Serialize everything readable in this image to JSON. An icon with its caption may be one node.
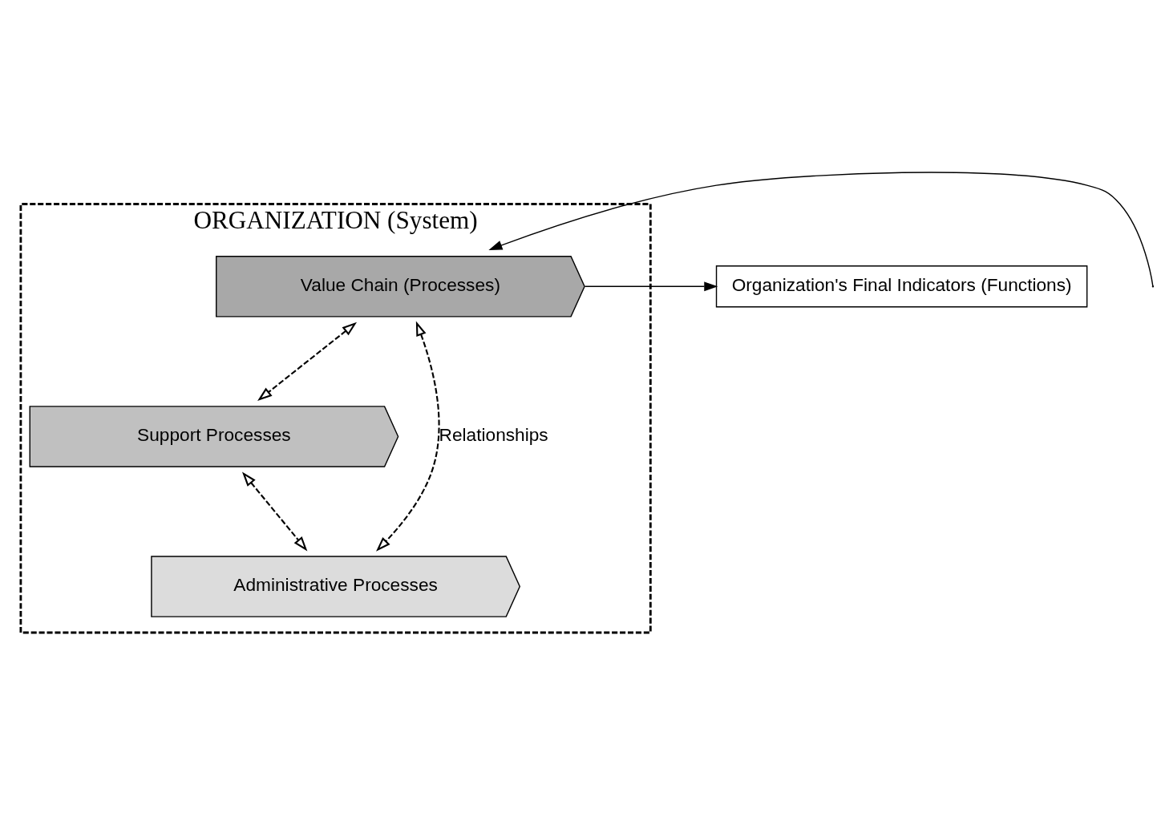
{
  "diagram": {
    "nodes": [
      {
        "text": [
          "ORGANIZATION (System)"
        ]
      },
      {
        "text": [
          "Value Chain (Processes)"
        ],
        "in": 0
      },
      {
        "text": [
          "Support Processes"
        ],
        "in": 0
      },
      {
        "text": [
          "Administrative Processes"
        ],
        "in": 0
      },
      {
        "text": [
          "Organization's Final Indicators (Functions)"
        ]
      }
    ],
    "edges": [
      {
        "from": null,
        "to": 1,
        "arrow": "to"
      },
      {
        "from": 1,
        "to": 4,
        "arrow": "to"
      },
      {
        "from": 1,
        "to": 3,
        "arrow": "both",
        "style": "dashed",
        "label": "Relationships"
      },
      {
        "from": 1,
        "to": 2,
        "arrow": "both",
        "style": "dashed"
      },
      {
        "from": 2,
        "to": 3,
        "arrow": "both",
        "style": "dashed"
      }
    ]
  }
}
